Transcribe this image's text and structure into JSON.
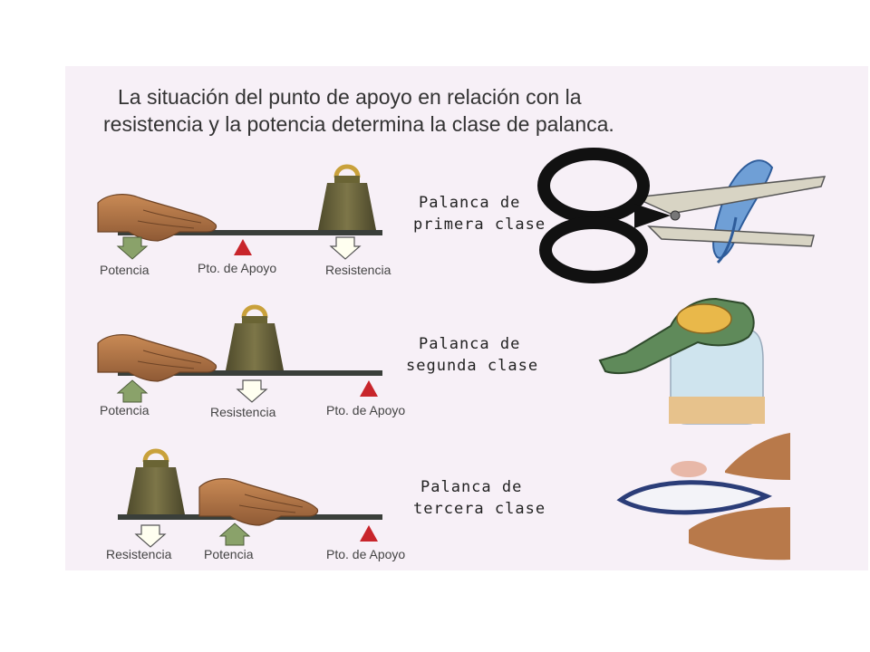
{
  "title": {
    "line1": "La situación del punto de apoyo en relación con la",
    "line2": "resistencia y la potencia determina la clase de palanca."
  },
  "levers": [
    {
      "class_line1": "Palanca de",
      "class_line2": "primera clase",
      "labels": [
        "Potencia",
        "Pto. de Apoyo",
        "Resistencia"
      ],
      "example_icon": "scissors-icon"
    },
    {
      "class_line1": "Palanca de",
      "class_line2": "segunda clase",
      "labels": [
        "Potencia",
        "Resistencia",
        "Pto. de Apoyo"
      ],
      "example_icon": "bottle-opener-icon"
    },
    {
      "class_line1": "Palanca de",
      "class_line2": "tercera clase",
      "labels": [
        "Resistencia",
        "Potencia",
        "Pto. de Apoyo"
      ],
      "example_icon": "tweezers-icon"
    }
  ],
  "colors": {
    "panel": "#f7f0f7",
    "bar": "#3a3f3a",
    "fulcrum": "#c8252b",
    "effort_arrow": "#8aa26a",
    "load_arrow": "#fffff0",
    "weight": "#6b6a3c",
    "hand": "#b07445"
  }
}
